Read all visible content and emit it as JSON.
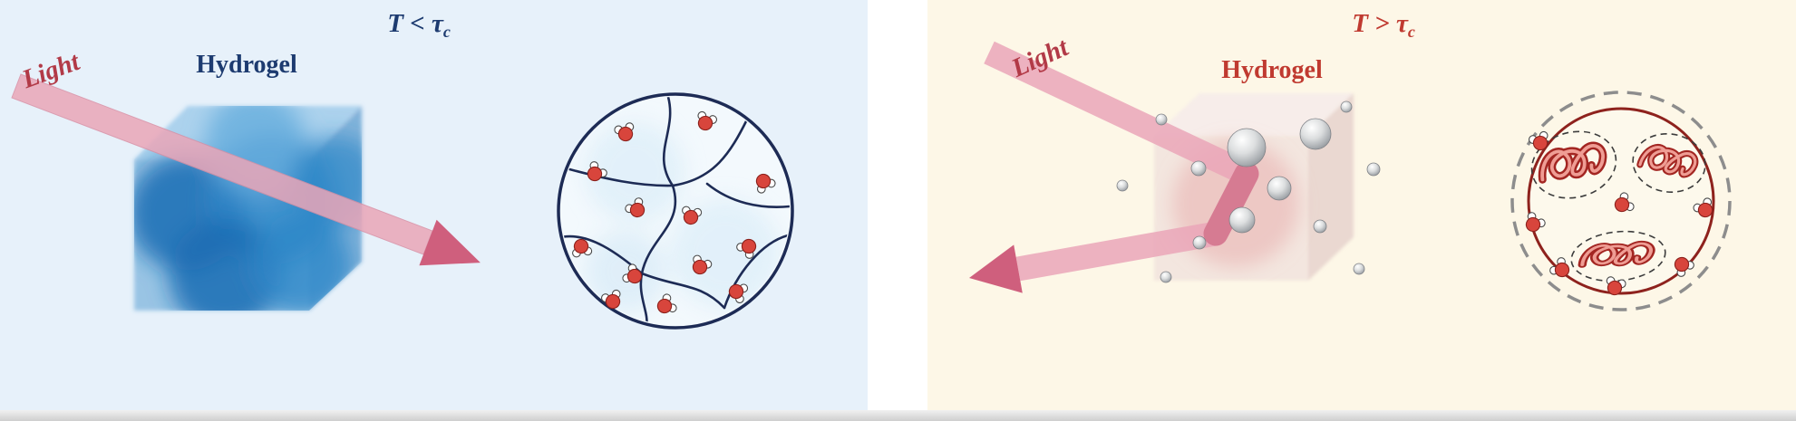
{
  "left_panel": {
    "title": {
      "prefix": "T < ",
      "tau": "τ",
      "subscript": "c"
    },
    "light_label": "Light",
    "hydrogel_label": "Hydrogel",
    "colors": {
      "background": "#e7f1fa",
      "title": "#1d3b70",
      "hydrogel_label": "#1d3b70",
      "light_label": "#b23a47",
      "cube_blue": "#2d87c8",
      "network_line": "#1d2b55",
      "beam": "#eaa6b8",
      "arrowhead": "#cf5f7d"
    }
  },
  "right_panel": {
    "title": {
      "prefix": "T > ",
      "tau": "τ",
      "subscript": "c"
    },
    "light_label": "Light",
    "hydrogel_label": "Hydrogel",
    "colors": {
      "background": "#fdf7e7",
      "title": "#c03a30",
      "hydrogel_label": "#c03a30",
      "light_label": "#b23a47",
      "beam": "#eaa6b8",
      "arrowhead": "#cf5f7d",
      "sphere": "#c4c7ca",
      "polymer_coil": "#a32622",
      "inner_circle_stroke": "#8e221d",
      "outer_circle_stroke": "#8d8d8d"
    }
  },
  "molecule": {
    "name": "water-molecule",
    "oxygen_color": "#d8453c",
    "hydrogen_color": "#ffffff"
  }
}
